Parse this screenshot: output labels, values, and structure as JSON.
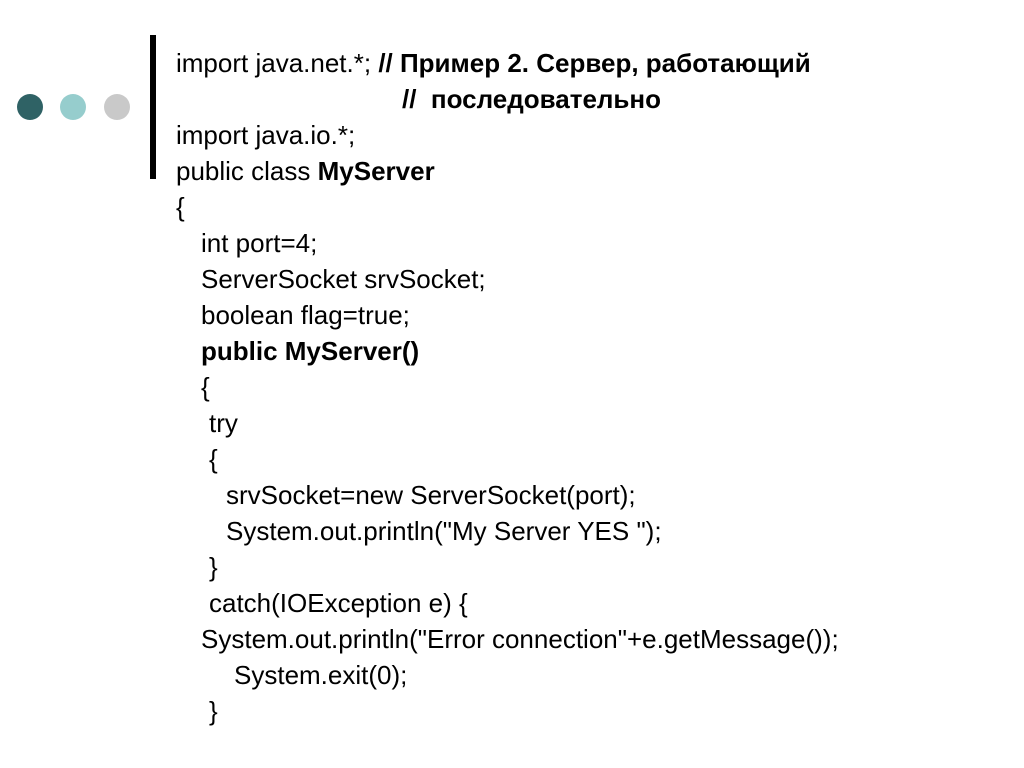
{
  "colors": {
    "dot_1": "#2f6265",
    "dot_2": "#96cdcd",
    "dot_3": "#c9c9c9",
    "bar": "#000000"
  },
  "code": {
    "l1_a": "import java.net.*; ",
    "l1_b": "// Пример 2. Сервер, работающий",
    "l2": "//  последовательно",
    "l3": "import java.io.*;",
    "l4_a": "public class ",
    "l4_b": "MyServer",
    "l5": "{",
    "l6": "int port=4;",
    "l7": "ServerSocket srvSocket;",
    "l8": "boolean flag=true;",
    "l9": "public MyServer()",
    "l10": "{",
    "l11": "try",
    "l12": "{",
    "l13": "srvSocket=new ServerSocket(port);",
    "l14": "System.out.println(\"My Server YES \");",
    "l15": "}",
    "l16": "catch(IOException e) {",
    "l17": "System.out.println(\"Error connection\"+e.getMessage());",
    "l18": "System.exit(0);",
    "l19": "}"
  }
}
